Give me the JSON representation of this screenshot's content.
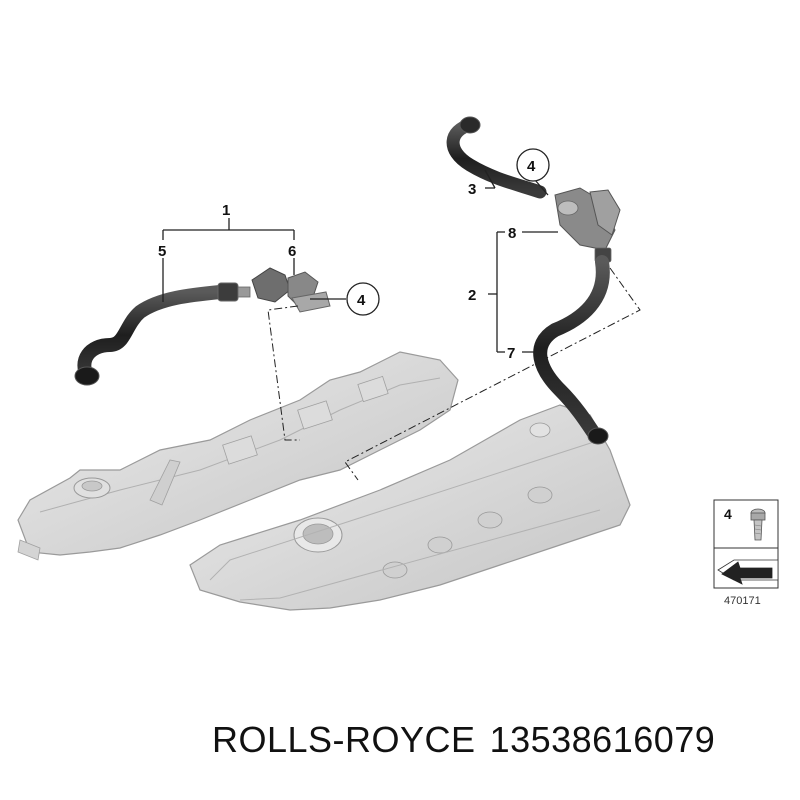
{
  "callouts": {
    "c1": "1",
    "c2": "2",
    "c3": "3",
    "c4_left": "4",
    "c4_right": "4",
    "c5": "5",
    "c6": "6",
    "c7": "7",
    "c8": "8"
  },
  "legend": {
    "item_number": "4",
    "reference_code": "470171"
  },
  "caption": {
    "brand": "ROLLS-ROYCE",
    "part_number": "13538616079"
  },
  "colors": {
    "cover_fill": "#d9d9d9",
    "cover_stroke": "#9a9a9a",
    "hose_fill": "#2b2b2b",
    "line_color": "#222222"
  }
}
